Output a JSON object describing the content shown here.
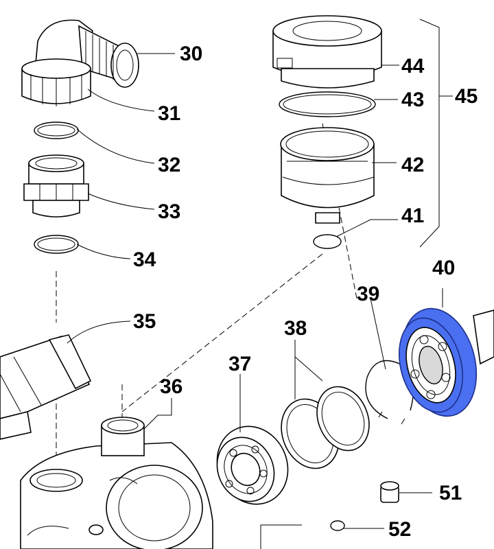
{
  "highlight_color": "#4a6ff0",
  "labels": {
    "p30": "30",
    "p31": "31",
    "p32": "32",
    "p33": "33",
    "p34": "34",
    "p35": "35",
    "p36": "36",
    "p37": "37",
    "p38": "38",
    "p39": "39",
    "p40": "40",
    "p41": "41",
    "p42": "42",
    "p43": "43",
    "p44": "44",
    "p45": "45",
    "p51": "51",
    "p52": "52"
  }
}
